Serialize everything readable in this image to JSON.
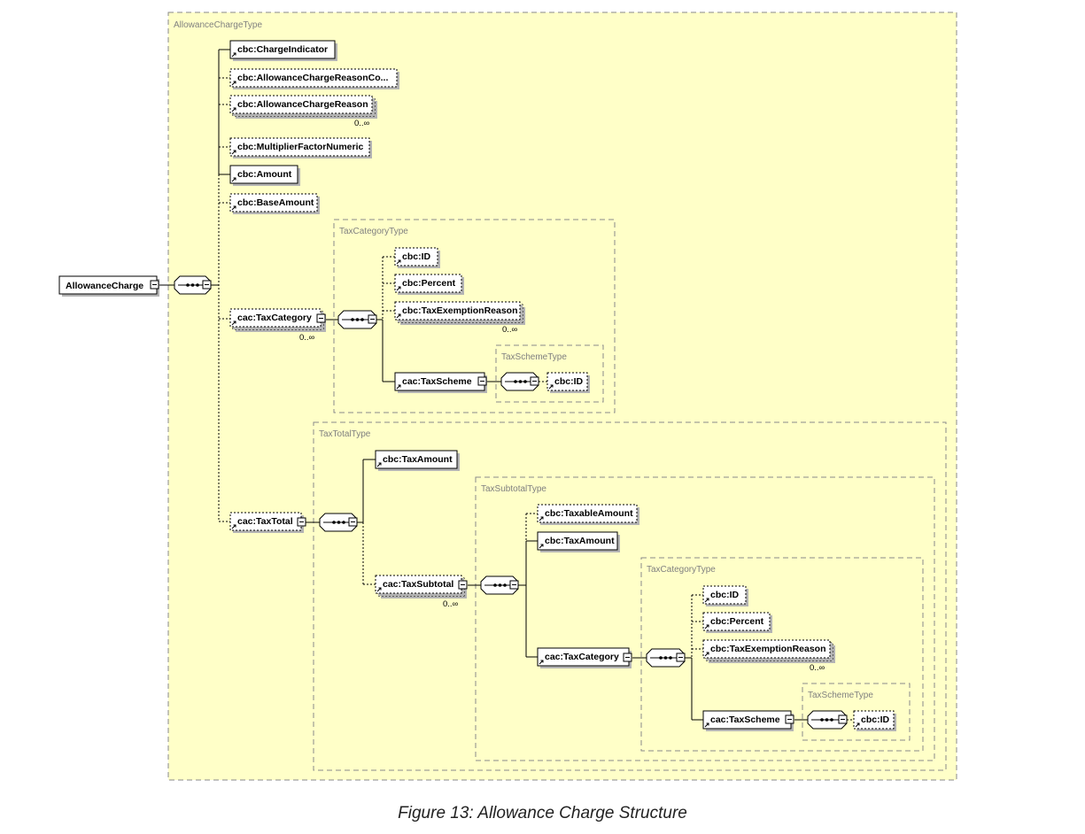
{
  "caption": "Figure 13: Allowance Charge Structure",
  "colors": {
    "type_background": "#ffffc8",
    "type_border": "#8a8a8a",
    "type_label": "#808080"
  },
  "diagram": {
    "types": {
      "allowance_charge_type": "AllowanceChargeType",
      "tax_category_type_1": "TaxCategoryType",
      "tax_scheme_type_1": "TaxSchemeType",
      "tax_total_type": "TaxTotalType",
      "tax_subtotal_type": "TaxSubtotalType",
      "tax_category_type_2": "TaxCategoryType",
      "tax_scheme_type_2": "TaxSchemeType"
    },
    "elements": {
      "root": "AllowanceCharge",
      "charge_indicator": "cbc:ChargeIndicator",
      "reason_code": "cbc:AllowanceChargeReasonCo...",
      "reason": "cbc:AllowanceChargeReason",
      "multiplier": "cbc:MultiplierFactorNumeric",
      "amount": "cbc:Amount",
      "base_amount": "cbc:BaseAmount",
      "tax_category_1": "cac:TaxCategory",
      "tc1_id": "cbc:ID",
      "tc1_percent": "cbc:Percent",
      "tc1_exemption": "cbc:TaxExemptionReason",
      "tc1_tax_scheme": "cac:TaxScheme",
      "ts1_id": "cbc:ID",
      "tax_total": "cac:TaxTotal",
      "tt_tax_amount": "cbc:TaxAmount",
      "tax_subtotal": "cac:TaxSubtotal",
      "st_taxable_amount": "cbc:TaxableAmount",
      "st_tax_amount": "cbc:TaxAmount",
      "tax_category_2": "cac:TaxCategory",
      "tc2_id": "cbc:ID",
      "tc2_percent": "cbc:Percent",
      "tc2_exemption": "cbc:TaxExemptionReason",
      "tc2_tax_scheme": "cac:TaxScheme",
      "ts2_id": "cbc:ID"
    },
    "cardinalities": {
      "reason": "0..∞",
      "tax_category_1": "0..∞",
      "tc1_exemption": "0..∞",
      "tax_subtotal": "0..∞",
      "tc2_exemption": "0..∞"
    }
  }
}
